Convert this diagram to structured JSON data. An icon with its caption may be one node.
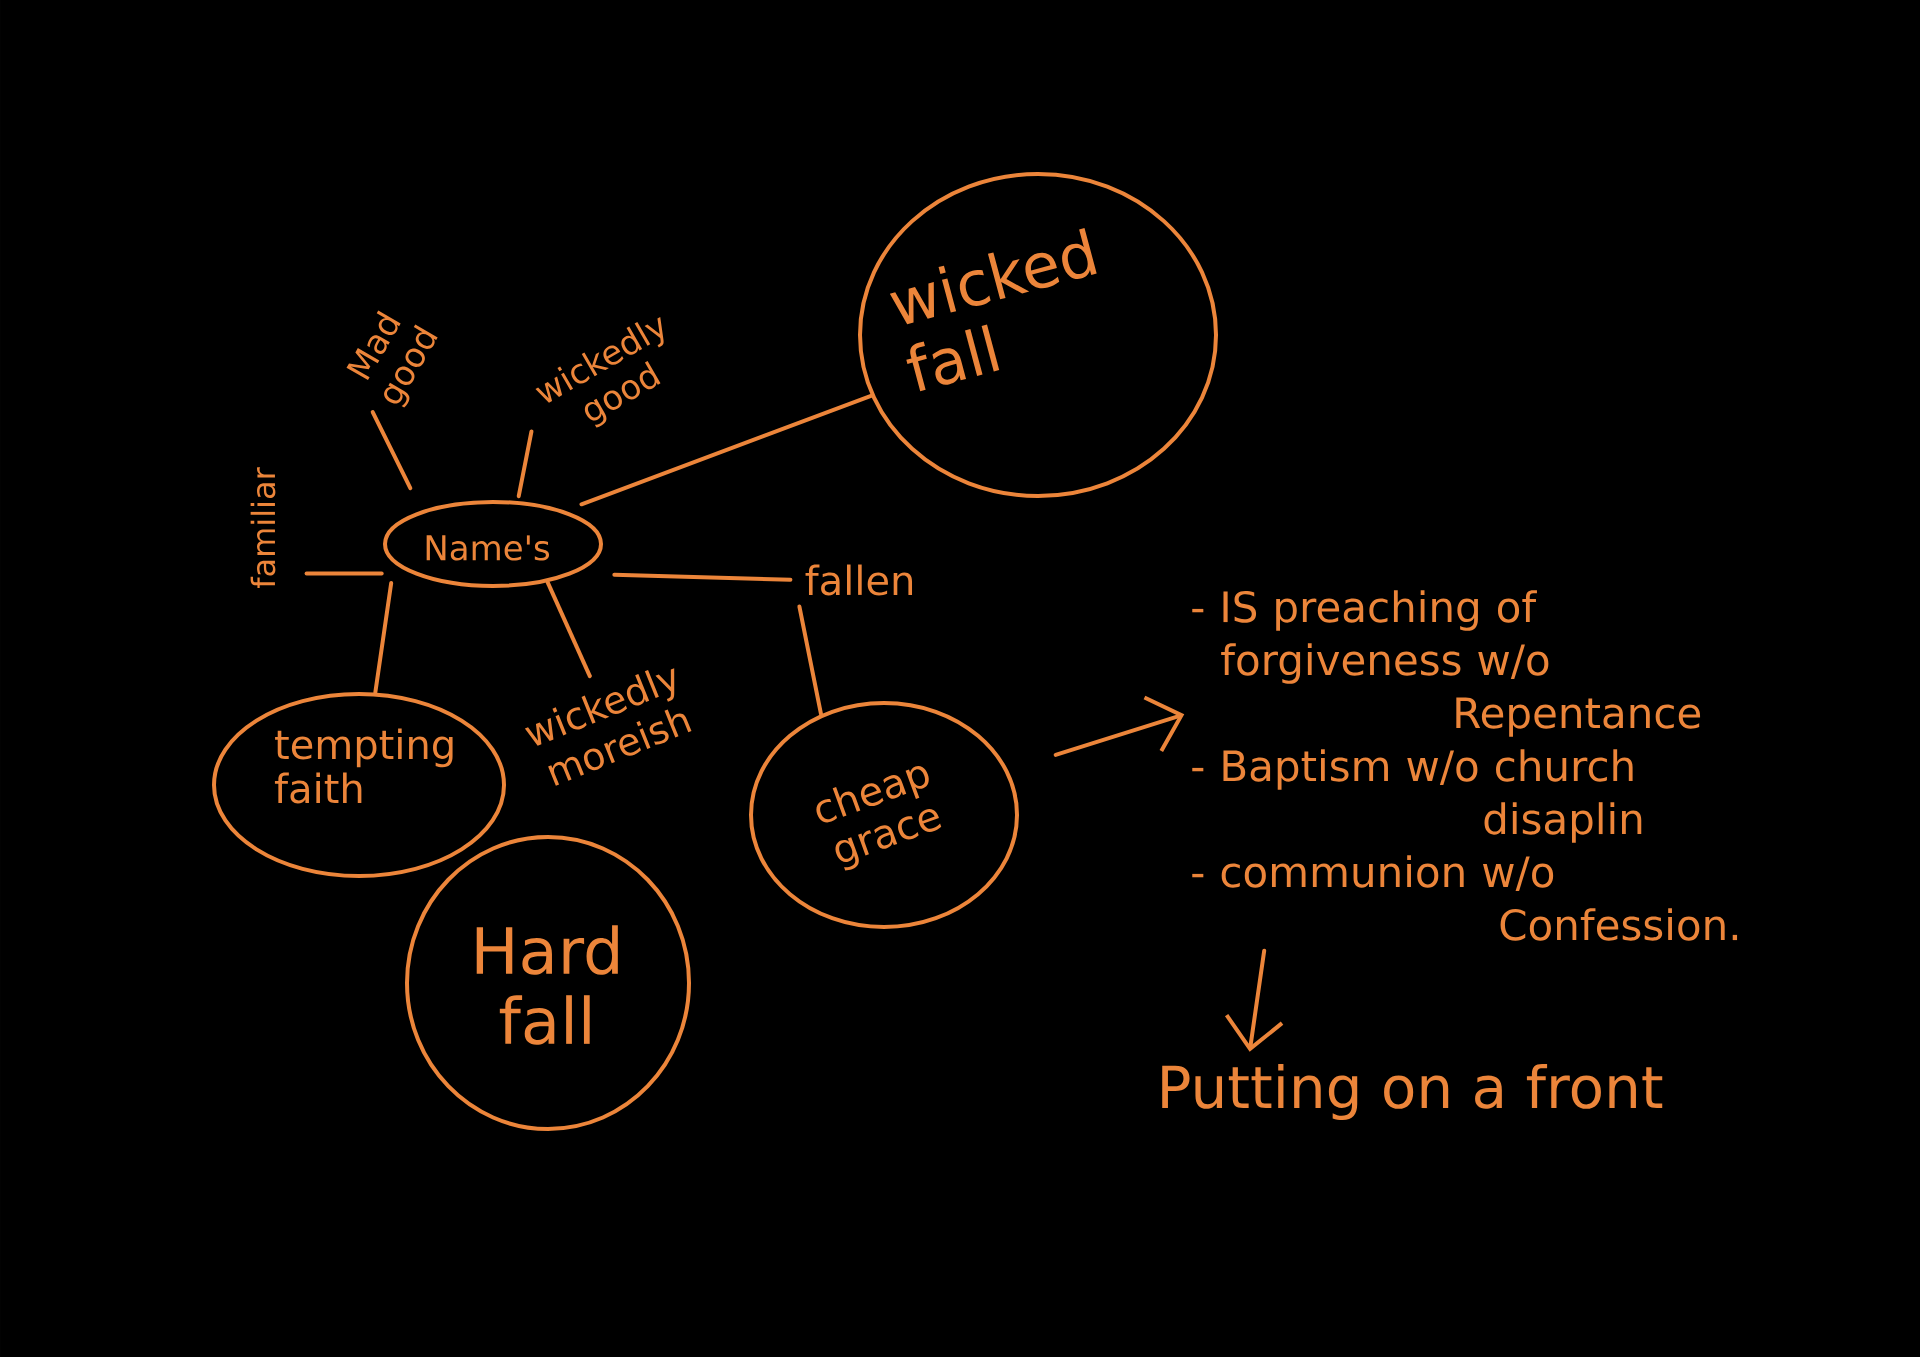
{
  "diagram": {
    "nodes": [
      {
        "text": [
          "Name's"
        ]
      },
      {
        "text": [
          "Mad good"
        ]
      },
      {
        "text": [
          "wickedly good"
        ]
      },
      {
        "text": [
          "familiar"
        ]
      },
      {
        "text": [
          "fallen"
        ]
      },
      {
        "text": [
          "wicked fall"
        ]
      },
      {
        "text": [
          "tempting faith"
        ]
      },
      {
        "text": [
          "wickedly moreish"
        ]
      },
      {
        "text": [
          "Hard fall"
        ]
      },
      {
        "text": [
          "cheap grace"
        ]
      },
      {
        "text": [
          "- IS preaching of forgiveness w/o Repentance",
          "- Baptism w/o church disaplin",
          "- communion w/o Confession."
        ]
      },
      {
        "text": [
          "Putting on a front"
        ]
      }
    ],
    "edges": [
      {
        "from": 0,
        "to": 1,
        "arrow": "none"
      },
      {
        "from": 0,
        "to": 2,
        "arrow": "none"
      },
      {
        "from": 0,
        "to": 3,
        "arrow": "none"
      },
      {
        "from": 0,
        "to": 4,
        "arrow": "none"
      },
      {
        "from": 0,
        "to": 5,
        "arrow": "none"
      },
      {
        "from": 0,
        "to": 6,
        "arrow": "none"
      },
      {
        "from": 0,
        "to": 7,
        "arrow": "none"
      },
      {
        "from": 4,
        "to": 9,
        "arrow": "none"
      },
      {
        "from": 9,
        "to": 10,
        "arrow": "to"
      },
      {
        "from": 10,
        "to": 11,
        "arrow": "to"
      }
    ]
  }
}
